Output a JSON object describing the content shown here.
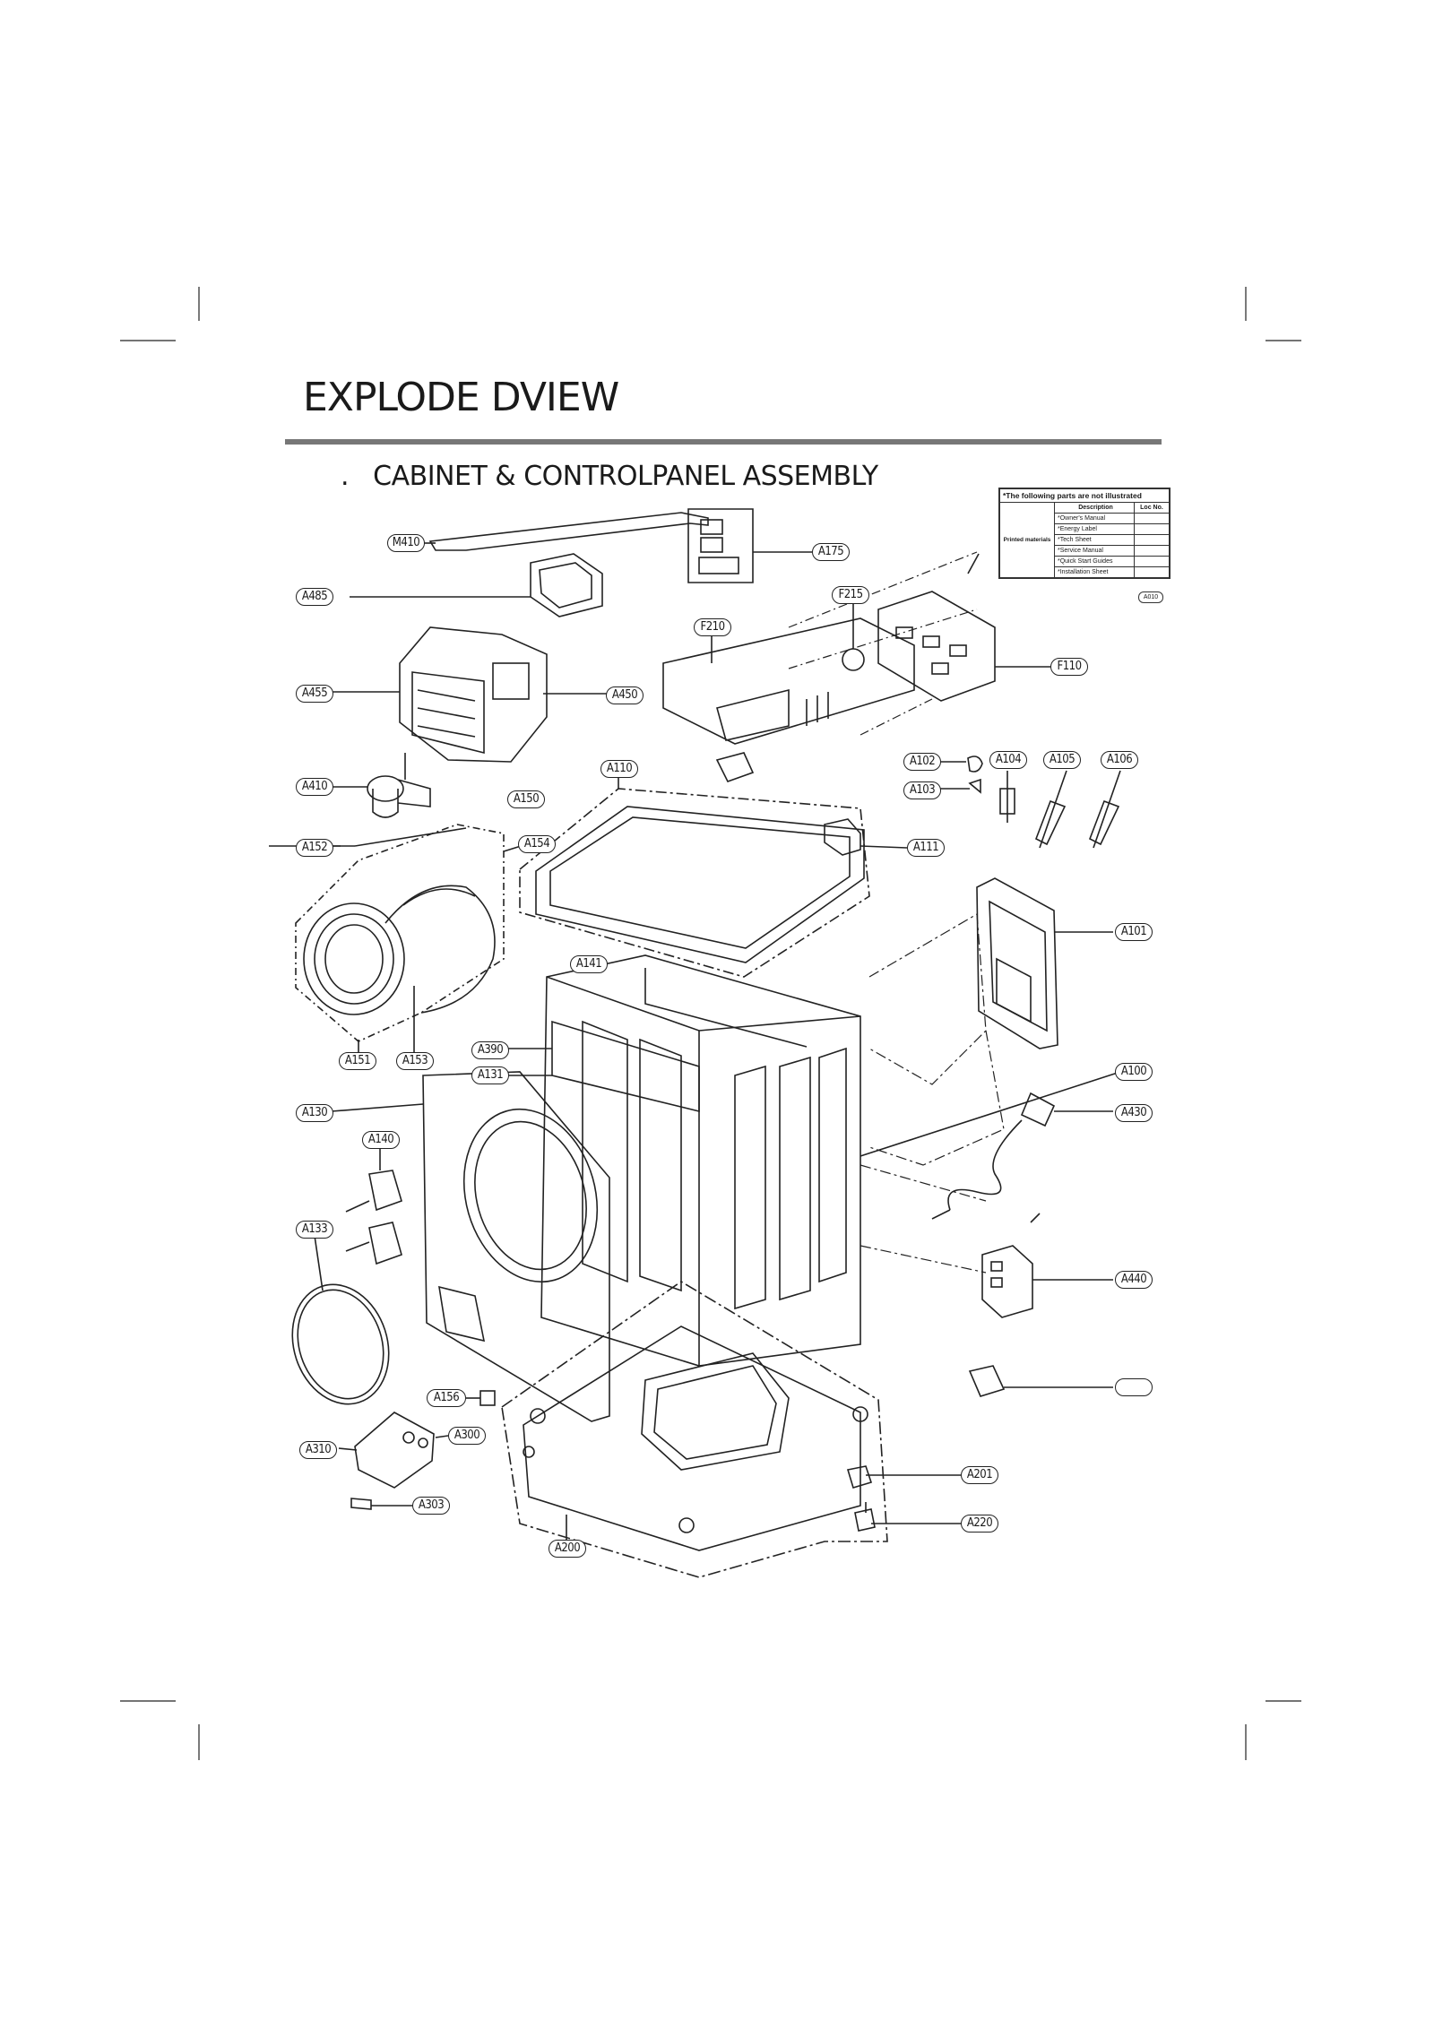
{
  "page": {
    "title": "EXPLODE  DVIEW",
    "section_title": ".   CABINET & CONTROLPANEL ASSEMBLY"
  },
  "notes_table": {
    "header": "*The following parts are not illustrated",
    "group_label": "Printed materials",
    "col_description": "Description",
    "col_loc": "Loc No.",
    "rows": [
      "*Owner's Manual",
      "*Energy Label",
      "*Tech Sheet",
      "*Service Manual",
      "*Quick Start Guides",
      "*Installation Sheet"
    ],
    "badge": "A010"
  },
  "callouts": {
    "M410": "M410",
    "A485": "A485",
    "A455": "A455",
    "A450": "A450",
    "A410": "A410",
    "A150": "A150",
    "A154": "A154",
    "A152": "A152",
    "A151": "A151",
    "A153": "A153",
    "A141": "A141",
    "A390": "A390",
    "A131": "A131",
    "A130": "A130",
    "A140": "A140",
    "A133": "A133",
    "A156": "A156",
    "A300": "A300",
    "A310": "A310",
    "A303": "A303",
    "A200": "A200",
    "A175": "A175",
    "F215": "F215",
    "F210": "F210",
    "F110": "F110",
    "A110": "A110",
    "A102": "A102",
    "A104": "A104",
    "A105": "A105",
    "A106": "A106",
    "A103": "A103",
    "A111": "A111",
    "A101": "A101",
    "A100": "A100",
    "A430": "A430",
    "A440": "A440",
    "A201": "A201",
    "A220": "A220",
    "blank": ""
  }
}
